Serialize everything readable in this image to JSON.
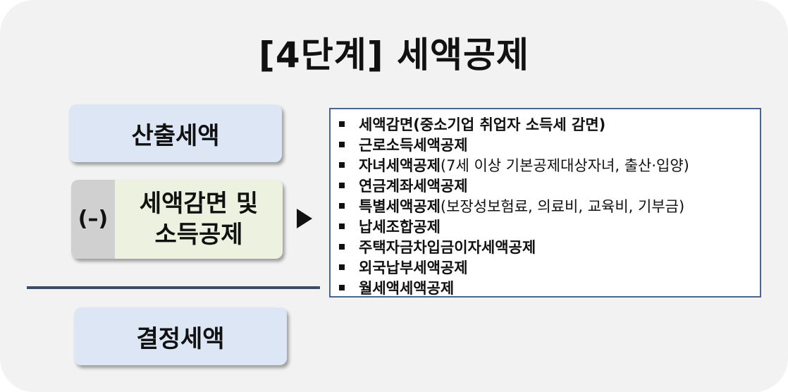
{
  "title": "[4단계] 세액공제",
  "flow": {
    "calculated_tax": "산출세액",
    "minus_sign": "(–)",
    "deduction_label": "세액감면 및\n소득공제",
    "final_tax": "결정세액"
  },
  "deductions": [
    {
      "main": "세액감면(중소기업 취업자 소득세 감면)",
      "note": ""
    },
    {
      "main": "근로소득세액공제",
      "note": ""
    },
    {
      "main": "자녀세액공제",
      "note": "(7세 이상 기본공제대상자녀, 출산·입양)"
    },
    {
      "main": "연금계좌세액공제",
      "note": ""
    },
    {
      "main": "특별세액공제",
      "note": "(보장성보험료, 의료비, 교육비, 기부금)"
    },
    {
      "main": "납세조합공제",
      "note": ""
    },
    {
      "main": "주택자금차입금이자세액공제",
      "note": ""
    },
    {
      "main": "외국납부세액공제",
      "note": ""
    },
    {
      "main": "월세액세액공제",
      "note": ""
    }
  ],
  "colors": {
    "panel_bg": "#f2f2f2",
    "blue_box": "#dce6f4",
    "green_box": "#ecf1e0",
    "minus_tab": "#d0d0d0",
    "list_border": "#4a6590",
    "divider": "#3a4d6b"
  },
  "icons": {
    "arrow": "right-triangle-arrow",
    "bullet": "square-bullet"
  }
}
